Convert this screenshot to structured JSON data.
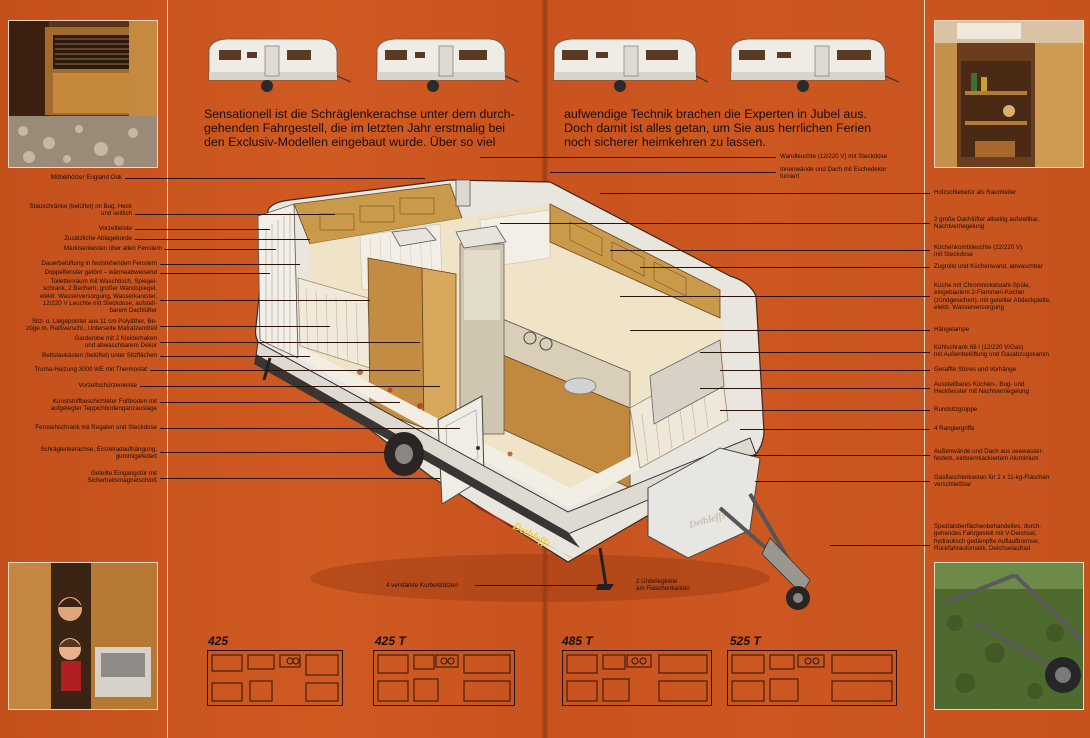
{
  "intro": {
    "left": [
      "Sensationell ist die Schräglenkerachse unter dem durch-",
      "gehenden Fahrgestell, die im letzten Jahr erstmalig bei",
      "den Exclusiv-Modellen eingebaut wurde. Über so viel"
    ],
    "right": [
      "aufwendige Technik brachen die Experten in Jubel aus.",
      "Doch damit ist alles getan, um Sie aus herrlichen Ferien",
      "noch sicherer heimkehren zu lassen."
    ]
  },
  "labels_left": [
    [
      "Möbelhölzer England Oak"
    ],
    [
      "Stauschränke (belüftet) im Bug, Heck",
      "und seitlich"
    ],
    [
      "Vorzeltleiste"
    ],
    [
      "Zusätzliche Ablageborde"
    ],
    [
      "Markisenleisten über allen Fenstern"
    ],
    [
      "Dauerbelüftung in feststehenden Fenstern"
    ],
    [
      "Doppelfenster getönt – wärmeabweisend"
    ],
    [
      "Toilettenraum mit Waschtisch, Spiegel-",
      "schrank, 2 Bechern, großer Wandspiegel,",
      "elektr. Wasserversorgung, Wasserkanister,",
      "12/220 V Leuchte mit Steckdose, aufstell-",
      "barem Dachlüfter"
    ],
    [
      "Sitz- u. Liegepolster aus 11 cm Polyäther, Be-",
      "züge m. Reißverschl., Unterseite Matratzendrell"
    ],
    [
      "Garderobe mit 2 Kleiderhaken",
      "und abwaschbarem Dekor"
    ],
    [
      "Bettstaukästen (belüftet) unter Sitzflächen"
    ],
    [
      "Truma-Heizung 3000 WE mit Thermostat"
    ],
    [
      "Vorzeltschürzenleiste"
    ],
    [
      "Kunststoffbeschichteter Fußboden mit",
      "aufgelegter Teppichbodenganzauslage"
    ],
    [
      "Fernsehschrank mit Regalen und Steckdose"
    ],
    [
      "Schräglenkerachse, Einzelradaufhängung,",
      "gummigefedert"
    ],
    [
      "Geteilte Eingangstür mit",
      "Sicherheitsmagnetschloß"
    ]
  ],
  "labels_right": [
    [
      "Wandleuchte (12/220 V) mit Steckdose"
    ],
    [
      "Innenwände und Dach mit Eschedekor",
      "furniert"
    ],
    [
      "Holzschiebetür als Raumteiler"
    ],
    [
      "2 große Dachlüfter allseitig aufstellbar,",
      "Nachtverriegelung"
    ],
    [
      "Küchenkombileuchte (12/220 V)",
      "mit Steckdose"
    ],
    [
      "Zugrollo und Küchenwand, abwaschbar"
    ],
    [
      "Küche mit Chromnickelstahl-Spüle,",
      "eingebautem 2-Flammen-Kocher",
      "(zündgesichert), mit geteilter Abdeckplatte,",
      "elektr. Wasserversorgung"
    ],
    [
      "Hängelampe"
    ],
    [
      "Kühlschrank 68 l (12/220 V/Gas)",
      "mit Außenbelüftung und Gasabzugskamin"
    ],
    [
      "Geraffte Stores und Vorhänge"
    ],
    [
      "Ausstellbares Küchen-, Bug- und",
      "Heckfenster mit Nachtverriegelung"
    ],
    [
      "Rundsitzgruppe"
    ],
    [
      "4 Rangiergriffe"
    ],
    [
      "Außenwände und Dach aus seewasser-",
      "festem, einbrennlackiertem Aluminium"
    ],
    [
      "Gasflaschenkasten für 2 x 11-kg-Flaschen",
      "verschließbar"
    ],
    [
      "Spezialoberflächenbehandeltes, durch-",
      "gehendes Fahrgestell mit V-Deichsel,",
      "hydraulisch gedämpfte Auflaufbremse,",
      "Rückfahrautomatik, Deichselaufrad"
    ]
  ],
  "labels_bottom": {
    "kurbel": "4 verstärkte Kurbelstützen",
    "keile": [
      "2 Unterlegkeile",
      "am Flaschenkasten"
    ]
  },
  "brand": "Dethleffs",
  "models": [
    "425",
    "425 T",
    "485 T",
    "525 T"
  ],
  "colors": {
    "background": "#c9531f",
    "ink": "#1a0c06",
    "caravan_shell": "#e9e6df",
    "wood": "#c89a4a"
  }
}
